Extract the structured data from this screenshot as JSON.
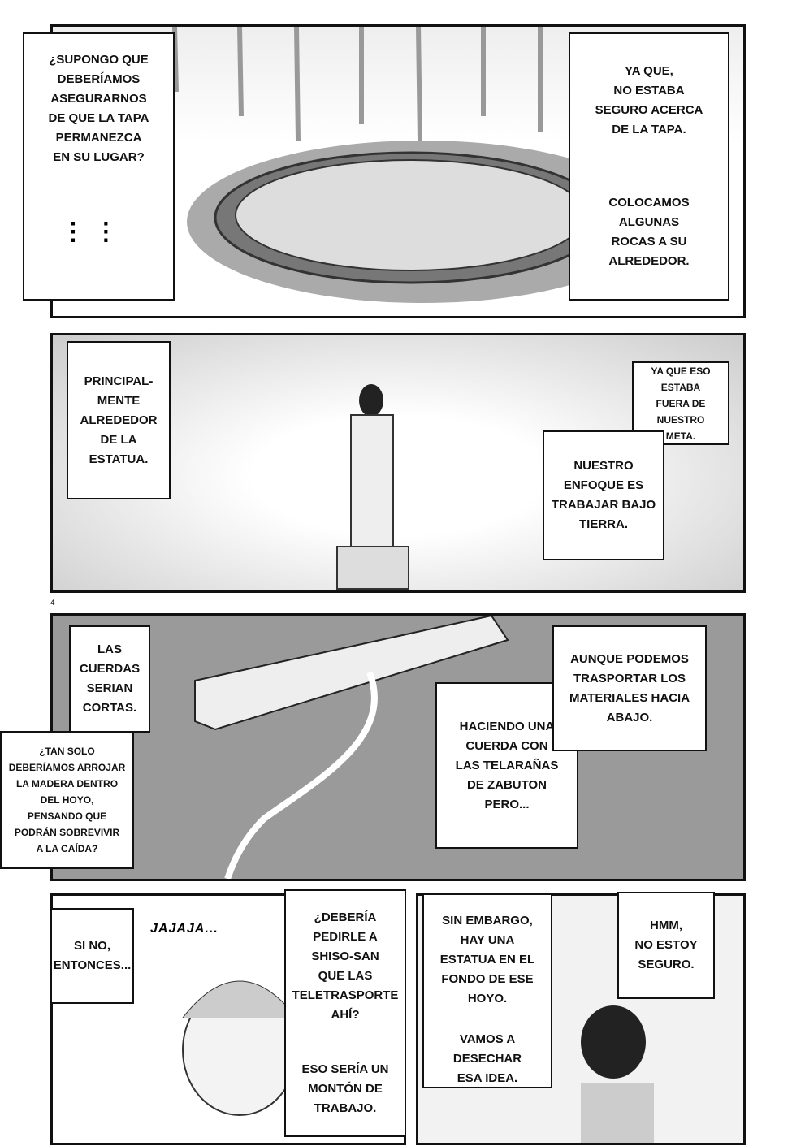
{
  "page_number": "4",
  "panel1": {
    "left": "¿SUPONGO QUE\nDEBERÍAMOS\nASEGURARNOS\nDE QUE LA TAPA\nPERMANEZCA\nEN SU LUGAR?",
    "dots": "⋮  ⋮",
    "right_top": "YA QUE,\nNO ESTABA\nSEGURO ACERCA\nDE LA TAPA.",
    "right_bottom": "COLOCAMOS\nALGUNAS\nROCAS A SU\nALREDEDOR."
  },
  "panel2": {
    "left": "PRINCIPAL-\nMENTE\nALREDEDOR\nDE LA\nESTATUA.",
    "right_top": "YA QUE ESO\nESTABA\nFUERA DE\nNUESTRO\nMETA.",
    "right_bottom": "NUESTRO\nENFOQUE ES\nTRABAJAR BAJO\nTIERRA."
  },
  "panel3": {
    "top_left": "LAS\nCUERDAS\nSERIAN\nCORTAS.",
    "left": "¿TAN SOLO\nDEBERÍAMOS ARROJAR\nLA MADERA DENTRO\nDEL HOYO,\nPENSANDO QUE\nPODRÁN SOBREVIVIR\nA LA CAÍDA?",
    "middle": "HACIENDO UNA\nCUERDA CON\nLAS TELARAÑAS\nDE ZABUTON\nPERO...",
    "right": "AUNQUE PODEMOS\nTRASPORTAR LOS\nMATERIALES HACIA\nABAJO."
  },
  "panel4": {
    "sfx": "JAJAJA...",
    "left": "SI NO,\nENTONCES...",
    "mid_top": "¿DEBERÍA\nPEDIRLE A\nSHISO-SAN\nQUE LAS\nTELETRASPORTE\nAHÍ?",
    "mid_bottom": "ESO SERÍA UN\nMONTÓN DE\nTRABAJO."
  },
  "panel5": {
    "top": "SIN EMBARGO,\nHAY UNA\nESTATUA EN EL\nFONDO DE ESE\nHOYO.",
    "bottom": "VAMOS A\nDESECHAR\nESA IDEA.",
    "right": "HMM,\nNO ESTOY\nSEGURO."
  }
}
